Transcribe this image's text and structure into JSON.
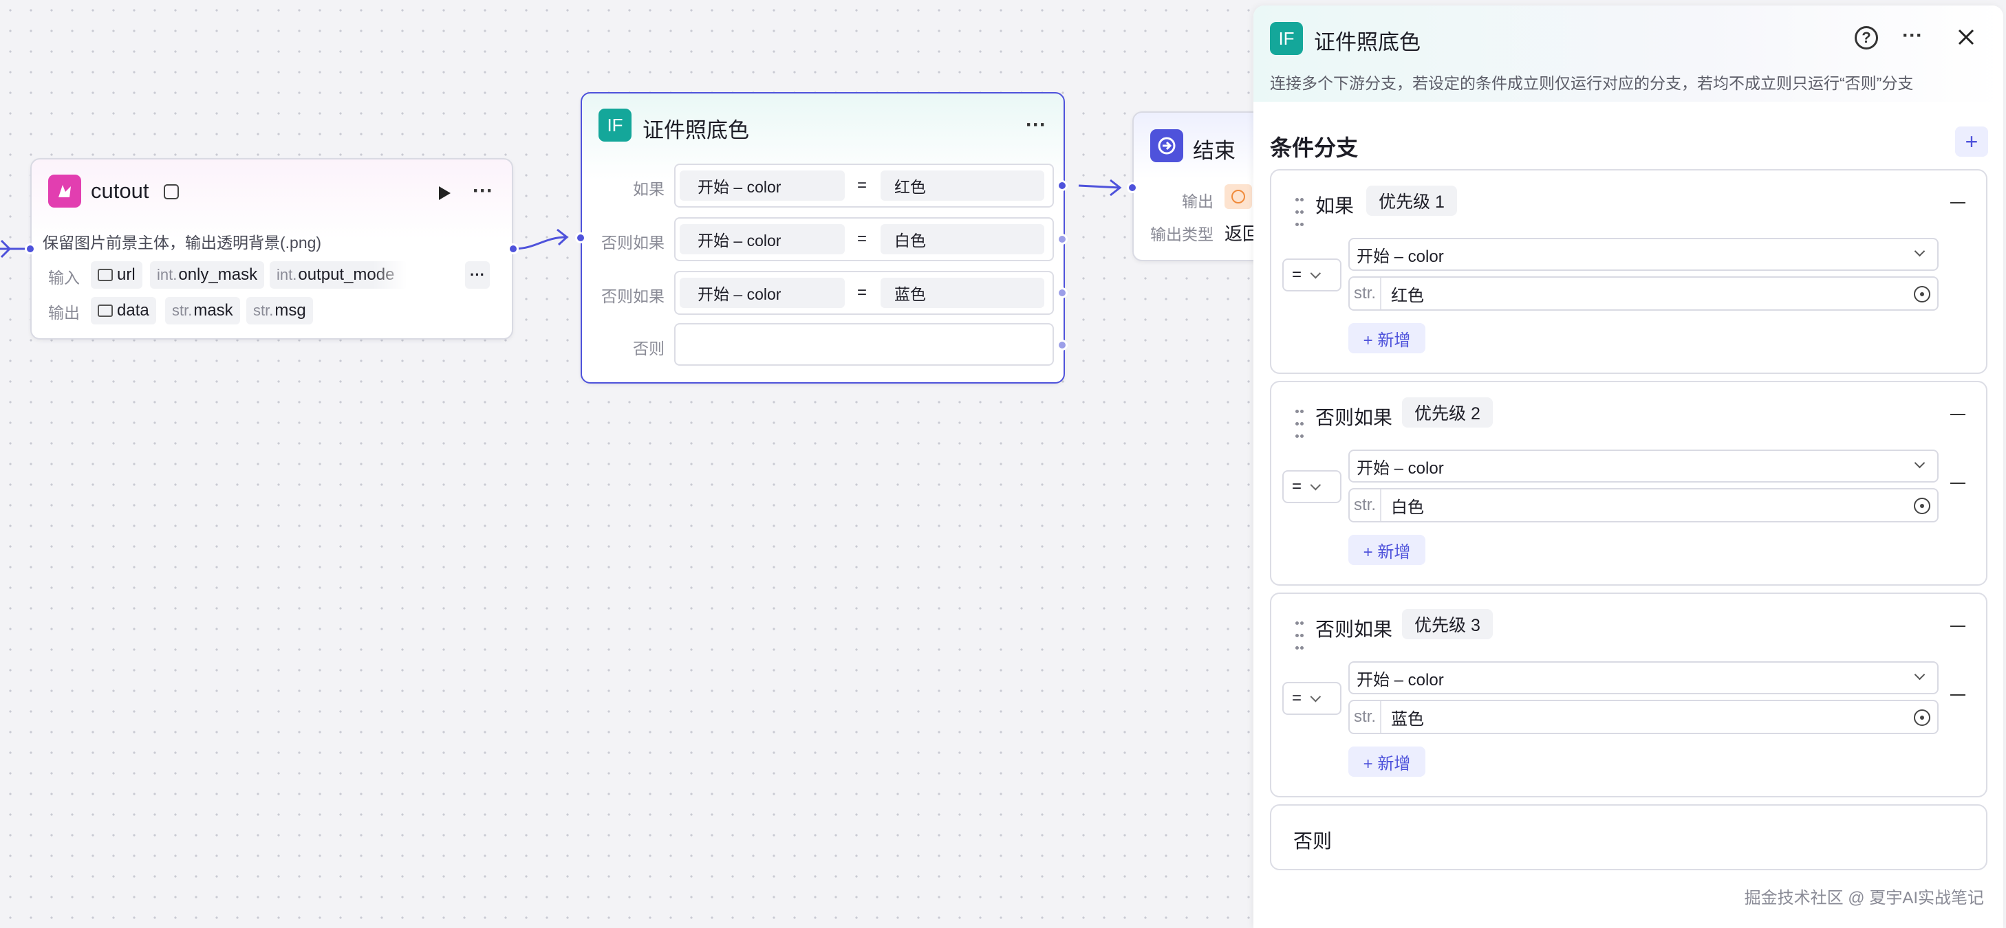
{
  "cutout_node": {
    "title": "cutout",
    "description": "保留图片前景主体，输出透明背景(.png)",
    "input_label": "输入",
    "output_label": "输出",
    "inputs": [
      {
        "prefix": "",
        "name": "url",
        "icon": "image-icon"
      },
      {
        "prefix": "int.",
        "name": "only_mask"
      },
      {
        "prefix": "int.",
        "name": "output_mode"
      }
    ],
    "outputs": [
      {
        "prefix": "",
        "name": "data",
        "icon": "image-icon"
      },
      {
        "prefix": "str.",
        "name": "mask"
      },
      {
        "prefix": "str.",
        "name": "msg"
      }
    ],
    "more": "···"
  },
  "if_node": {
    "icon_text": "IF",
    "title": "证件照底色",
    "rows": [
      {
        "label": "如果",
        "left": "开始  –  color",
        "op": "=",
        "right": "红色"
      },
      {
        "label": "否则如果",
        "left": "开始  –  color",
        "op": "=",
        "right": "白色"
      },
      {
        "label": "否则如果",
        "left": "开始  –  color",
        "op": "=",
        "right": "蓝色"
      },
      {
        "label": "否则",
        "left": "",
        "op": "",
        "right": ""
      }
    ]
  },
  "end_node": {
    "title": "结束",
    "output_label": "输出",
    "output_type_label": "输出类型",
    "output_type_value": "返回"
  },
  "panel": {
    "icon_text": "IF",
    "title": "证件照底色",
    "description": "连接多个下游分支，若设定的条件成立则仅运行对应的分支，若均不成立则只运行“否则”分支",
    "section_title": "条件分支",
    "branches": [
      {
        "kind": "如果",
        "priority": "优先级 1",
        "op": "=",
        "left": "开始 – color",
        "type": "str.",
        "value": "红色",
        "add": "+ 新增"
      },
      {
        "kind": "否则如果",
        "priority": "优先级 2",
        "op": "=",
        "left": "开始 – color",
        "type": "str.",
        "value": "白色",
        "add": "+ 新增"
      },
      {
        "kind": "否则如果",
        "priority": "优先级 3",
        "op": "=",
        "left": "开始 – color",
        "type": "str.",
        "value": "蓝色",
        "add": "+ 新增"
      }
    ],
    "else_label": "否则"
  },
  "watermark": "掘金技术社区 @ 夏宇AI实战笔记",
  "colors": {
    "accent": "#4e52db",
    "if_icon": "#14a79a",
    "cutout_icon": "#e23eb0",
    "end_icon": "#4e52db"
  }
}
